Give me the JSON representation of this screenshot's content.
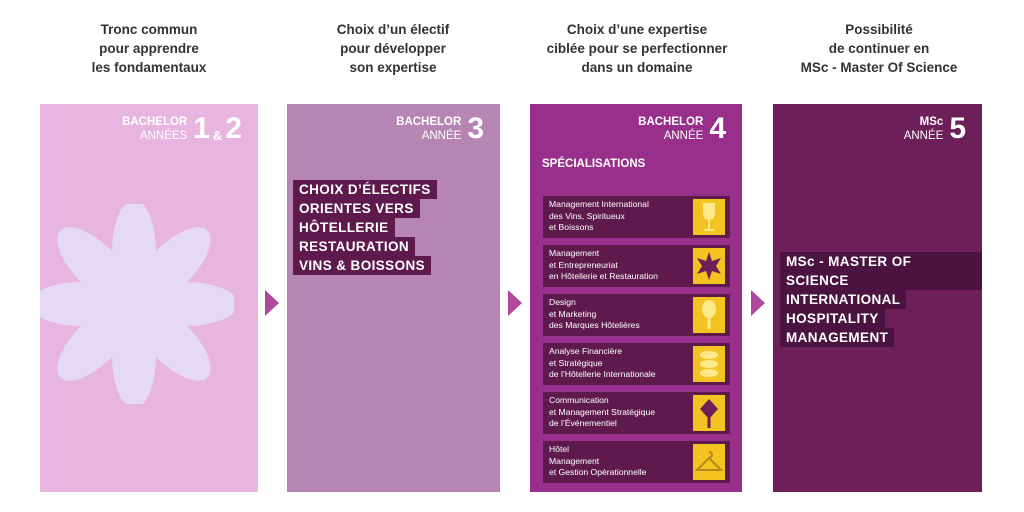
{
  "headings": [
    "Tronc commun\npour apprendre\nles fondamentaux",
    "Choix d’un électif\npour développer\nson expertise",
    "Choix d’une expertise\nciblée pour se perfectionner\ndans un domaine",
    "Possibilité\nde continuer en\nMSc - Master Of Science"
  ],
  "columns": [
    {
      "tag_top": "BACHELOR",
      "tag_bottom": "ANNÉES",
      "num_a": "1",
      "amp": "&",
      "num_b": "2",
      "color": "#e7b5e0"
    },
    {
      "tag_top": "BACHELOR",
      "tag_bottom": "ANNÉE",
      "num": "3",
      "color": "#b685b4",
      "highlight": [
        "CHOIX D’ÉLECTIFS",
        "ORIENTES VERS",
        "HÔTELLERIE",
        "RESTAURATION",
        "VINS & BOISSONS"
      ]
    },
    {
      "tag_top": "BACHELOR",
      "tag_bottom": "ANNÉE",
      "num": "4",
      "color": "#982f8b",
      "spec_title": "SPÉCIALISATIONS",
      "specializations": [
        {
          "label": "Management International\ndes Vins, Spiritueux\net Boissons",
          "icon": "wine-glass-icon"
        },
        {
          "label": "Management\net Entrepreneuriat\nen Hôtellerie et Restauration",
          "icon": "star-icon"
        },
        {
          "label": "Design\net Marketing\ndes Marques Hôtelières",
          "icon": "spoon-icon"
        },
        {
          "label": "Analyse Financière\net Stratégique\nde l’Hôtellerie Internationale",
          "icon": "stacked-coins-icon"
        },
        {
          "label": "Communication\net Management Stratégique\nde l’Événementiel",
          "icon": "diamond-pin-icon"
        },
        {
          "label": "Hôtel\nManagement\net Gestion Opérationnelle",
          "icon": "hanger-icon"
        }
      ]
    },
    {
      "tag_top": "MSc",
      "tag_bottom": "ANNÉE",
      "num": "5",
      "color": "#6d1f5a",
      "highlight": [
        "MSc - MASTER OF SCIENCE",
        "INTERNATIONAL",
        "HOSPITALITY",
        "MANAGEMENT"
      ]
    }
  ],
  "accent_colors": {
    "arrow": "#b0499d",
    "label_bg": "#5e1a4c",
    "icon_bg": "#f3c321",
    "flower": "#e6d9f6"
  }
}
